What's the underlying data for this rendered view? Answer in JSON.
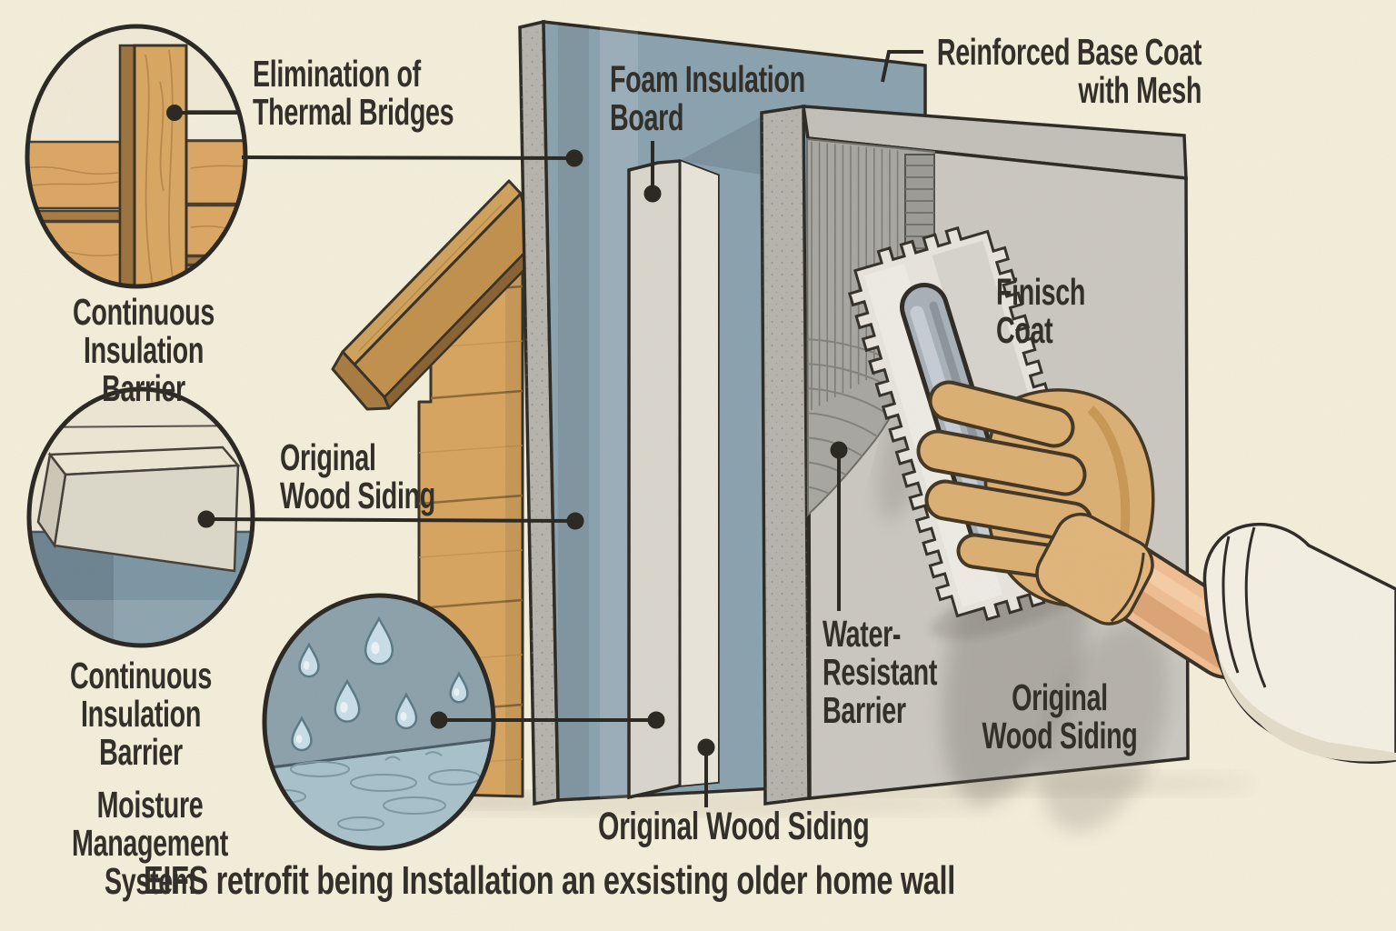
{
  "figure": {
    "type": "technical-illustration",
    "subject": "EIFS retrofit wall system cutaway with detail insets"
  },
  "labels": {
    "elimination": "Elimination of\nThermal Bridges",
    "continuous1": "Continuous\nInsulation Barrier",
    "original_left": "Original\nWood Siding",
    "continuous2": "Continuous\nInsulation Barrier",
    "moisture": "Moisture\nManagement System",
    "foam": "Foam Insulation\nBoard",
    "reinforced": "Reinforced Base Coat\nwith Mesh",
    "finisch": "Finisch\nCoat",
    "water": "Water-\nResistant\nBarrier",
    "original_right": "Original\nWood Siding",
    "original_bottom": "Original Wood Siding",
    "caption": "EIFS retrofit being Installation an exsisting older home wall"
  },
  "icons": {
    "detail_circle_thermal": "wood-stud-cross-section-icon",
    "detail_circle_insulation": "insulation-board-corner-icon",
    "detail_circle_moisture": "water-drops-icon",
    "tool": "notched-trowel-icon"
  },
  "colors": {
    "background": "#f4eedb",
    "ink_text": "#33302a",
    "leader_line": "#2b2822",
    "foam_board_blue": "#8ba3b0",
    "siding_wood": "#d7a560",
    "wood_dark": "#8f6a38",
    "panel_gray": "#cbc8c1",
    "panel_edge_gray": "#b7b4ae",
    "white_board": "#e8e4da",
    "base_coat_gray": "#a9a7a1",
    "glove_tan": "#dcb074",
    "skin": "#efbe94",
    "sleeve_white": "#f4efe2",
    "water_drop": "#c9dee8",
    "moisture_bg": "#8da2ac"
  }
}
